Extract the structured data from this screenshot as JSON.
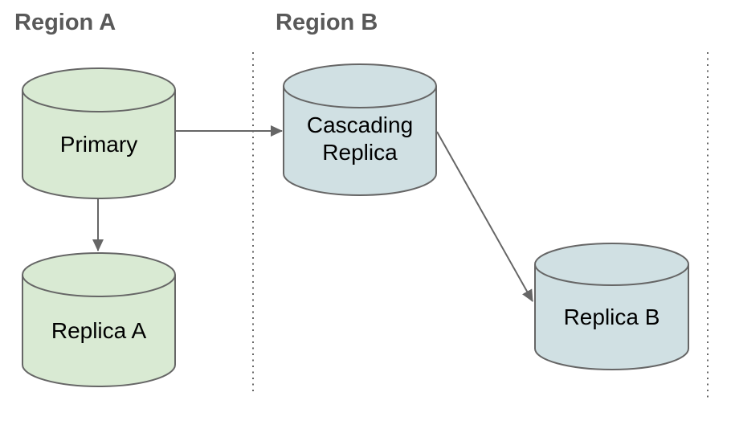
{
  "colors": {
    "background": "#ffffff",
    "region_a_fill": "#d9ead3",
    "region_b_fill": "#d0e0e3",
    "stroke": "#666666",
    "arrow": "#666666",
    "title_text": "#595959",
    "label_text": "#000000"
  },
  "regions": [
    {
      "label": "Region A"
    },
    {
      "label": "Region B"
    }
  ],
  "nodes": [
    {
      "id": "primary",
      "label": "Primary",
      "region": "Region A",
      "type": "database-cylinder"
    },
    {
      "id": "replica-a",
      "label": "Replica A",
      "region": "Region A",
      "type": "database-cylinder"
    },
    {
      "id": "cascading-replica",
      "label": "Cascading Replica",
      "region": "Region B",
      "type": "database-cylinder"
    },
    {
      "id": "replica-b",
      "label": "Replica B",
      "region": "Region B",
      "type": "database-cylinder"
    }
  ],
  "edges": [
    {
      "from": "Primary",
      "to": "Cascading Replica",
      "direction": "left-to-right"
    },
    {
      "from": "Primary",
      "to": "Replica A",
      "direction": "top-to-bottom"
    },
    {
      "from": "Cascading Replica",
      "to": "Replica B",
      "direction": "diagonal-down-right"
    }
  ]
}
